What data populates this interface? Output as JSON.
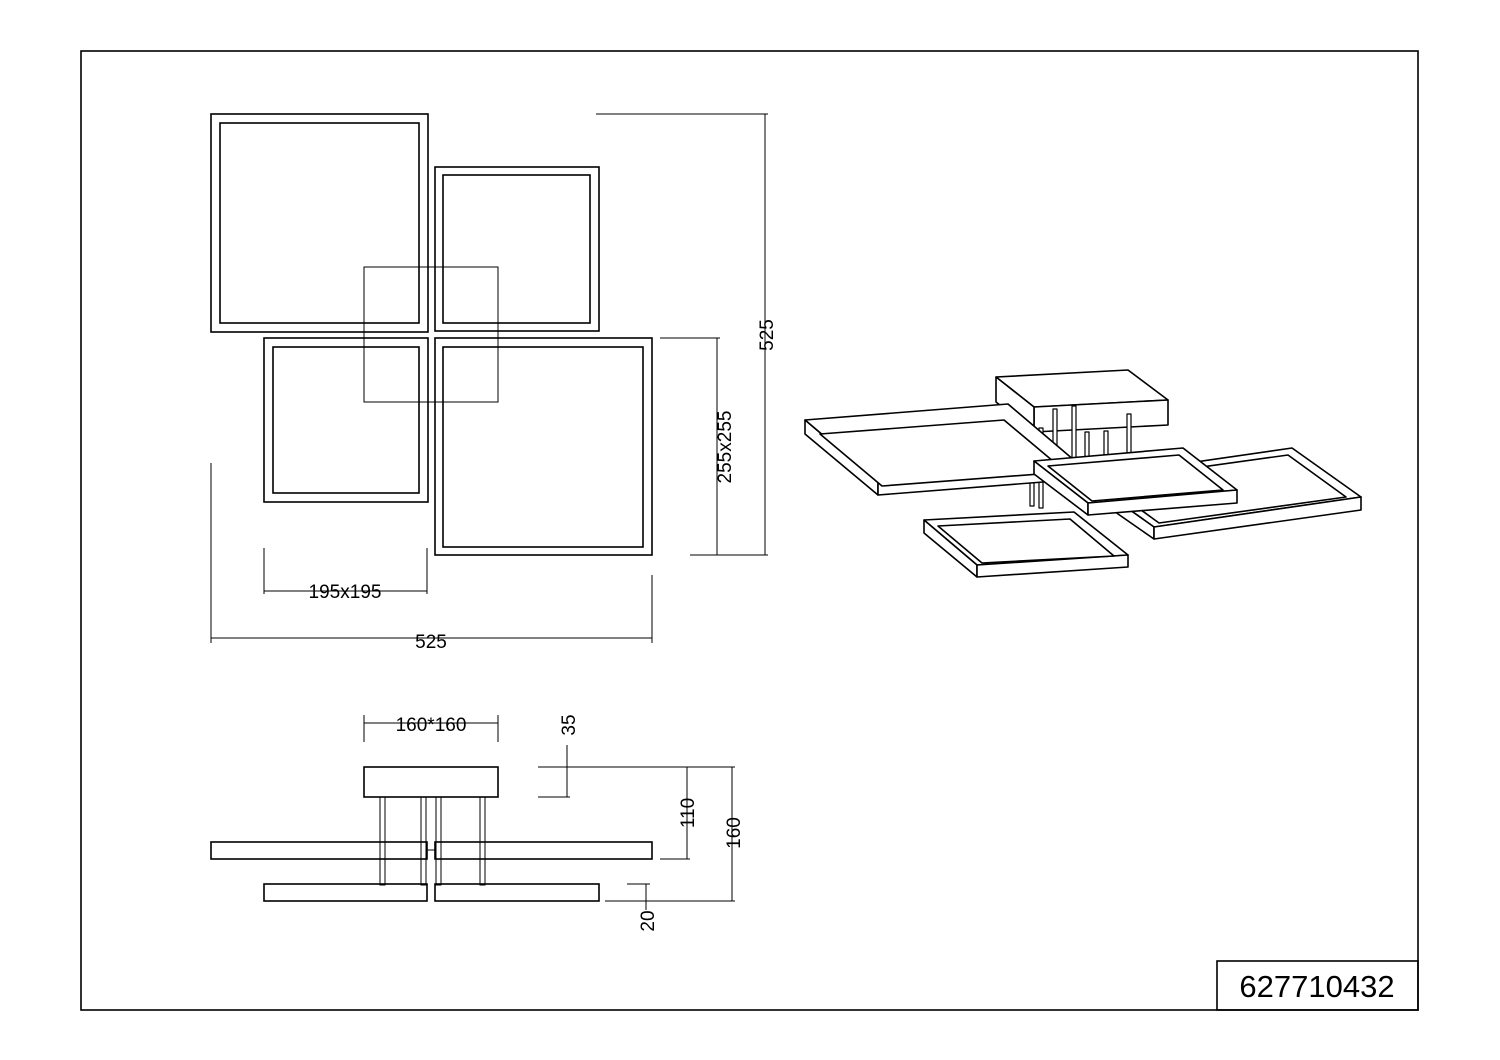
{
  "drawing": {
    "article_number": "627710432",
    "top_view": {
      "overall_width": "525",
      "overall_height": "525",
      "small_frame_size": "195x195",
      "large_frame_size": "255x255"
    },
    "side_view": {
      "canopy_size": "160*160",
      "canopy_height": "35",
      "suspension_height": "110",
      "total_height": "160",
      "frame_thickness": "20"
    }
  }
}
